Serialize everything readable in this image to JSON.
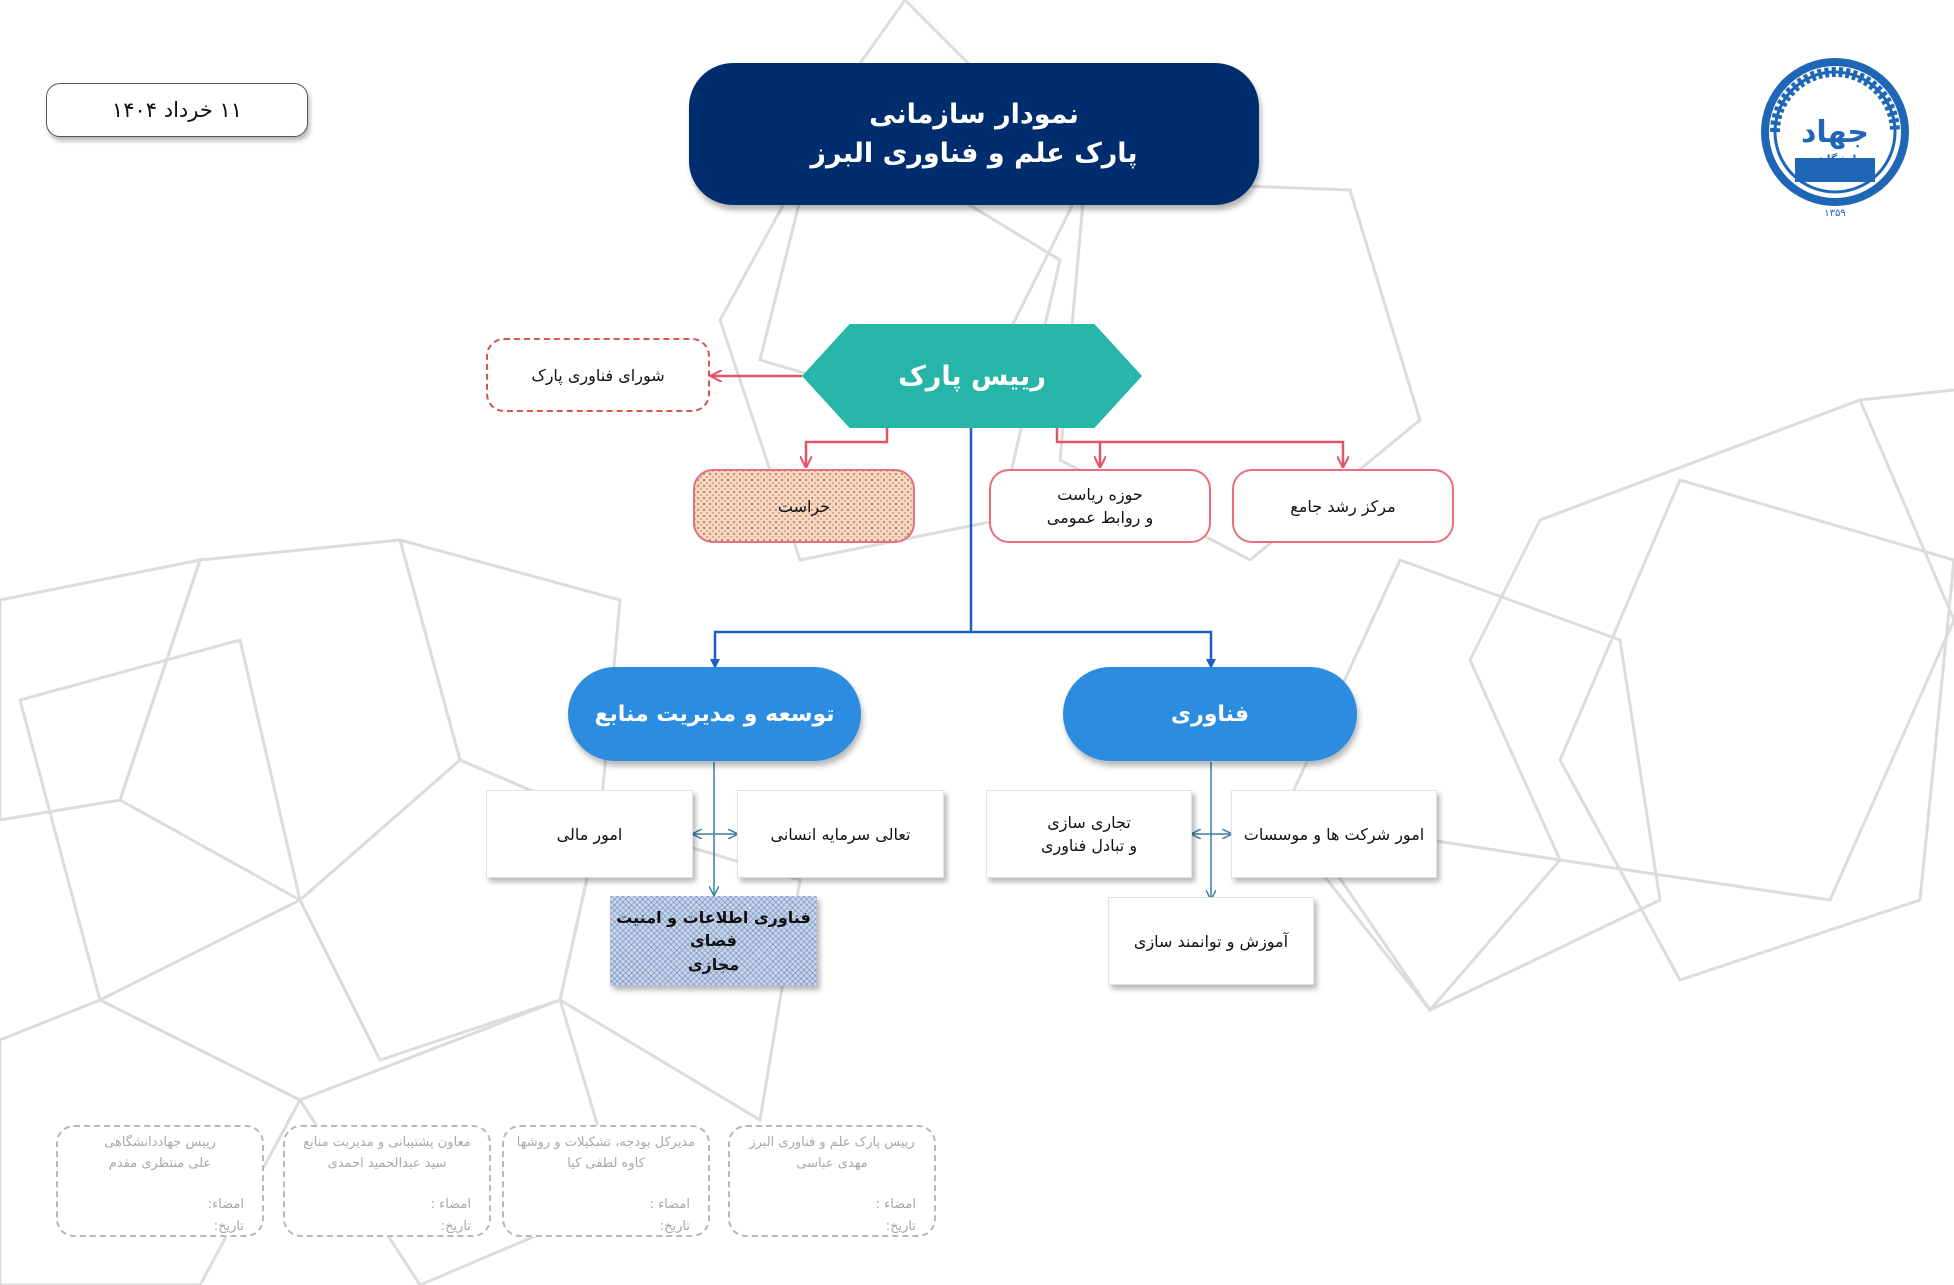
{
  "date": "۱۱ خرداد ۱۴۰۴",
  "title": {
    "line1": "نمودار سازمانی",
    "line2": "پارک علم و فناوری البرز"
  },
  "logo": {
    "text": "جهاد",
    "subtext": "دانشگاهی",
    "year": "۱۳۵۹",
    "icon": "jahad-daneshgahi-logo-icon"
  },
  "nodes": {
    "president": "رییس پارک",
    "council": "شورای فناوری پارک",
    "security": "حراست",
    "office_line1": "حوزه ریاست",
    "office_line2": "و روابط عمومی",
    "incubator": "مرکز رشد جامع",
    "resources": "توسعه و مدیریت منابع",
    "technology": "فناوری",
    "finance": "امور مالی",
    "human_capital": "تعالی سرمایه انسانی",
    "it_line1": "فناوری اطلاعات و امنیت فضای",
    "it_line2": "مجازی",
    "commercial_line1": "تجاری سازی",
    "commercial_line2": "و تبادل فناوری",
    "companies": "امور شرکت ها و موسسات",
    "training": "آموزش و توانمند سازی"
  },
  "signatures": [
    {
      "role": "رییس جهاددانشگاهی",
      "name": "علی منتظری مقدم",
      "sign_label": "امضاء:",
      "date_label": "تاریخ:"
    },
    {
      "role": "معاون پشتیبانی و مدیریت منابع",
      "name": "سید عبدالحمید احمدی",
      "sign_label": "امضاء :",
      "date_label": "تاریخ:"
    },
    {
      "role": "مدیرکل بودجه، تشکیلات و روشها",
      "name": "کاوه لطفی کیا",
      "sign_label": "امضاء :",
      "date_label": "تاریخ:"
    },
    {
      "role": "رییس پارک علم و فناوری البرز",
      "name": "مهدی عباسی",
      "sign_label": "امضاء :",
      "date_label": "تاریخ:"
    }
  ],
  "colors": {
    "title_bg": "#002d6e",
    "president_bg": "#26b5a6",
    "pill_blue": "#2b8ce0",
    "red_border": "#e8707e",
    "connector_blue": "#1f5fc4",
    "connector_red": "#e0556a",
    "connector_teal": "#3f7f9f"
  }
}
